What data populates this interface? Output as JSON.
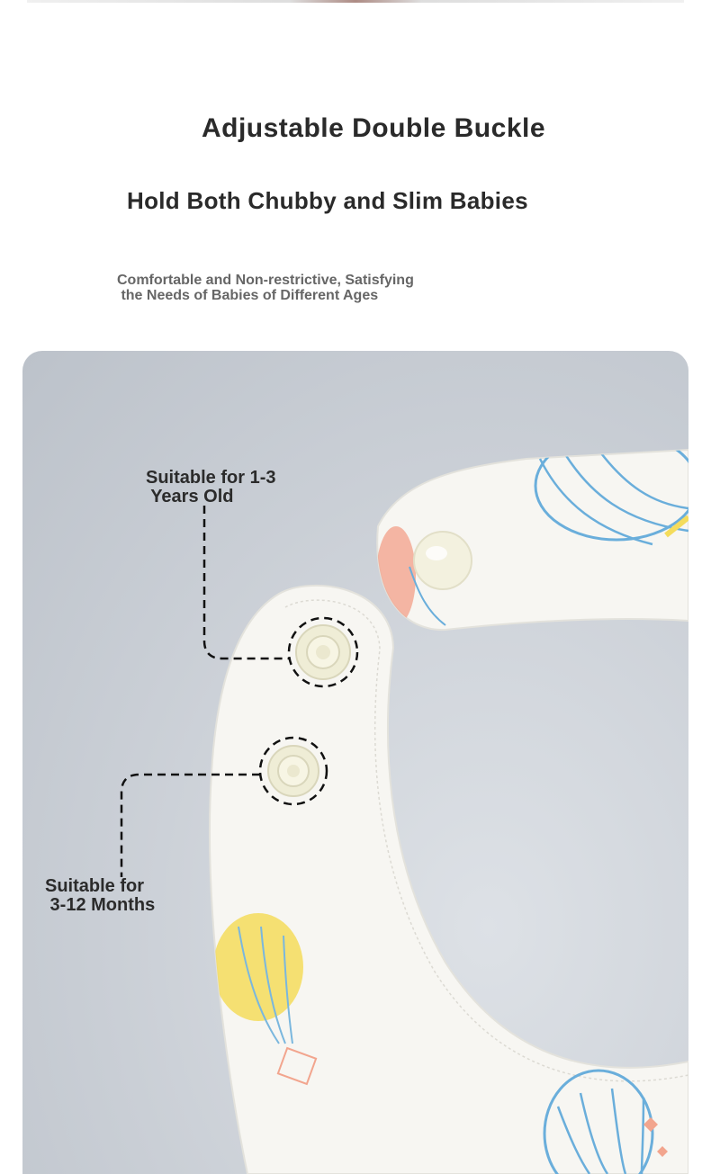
{
  "heading": {
    "title": "Adjustable Double Buckle",
    "subtitle": "Hold Both Chubby and Slim Babies",
    "description": "Comfortable and Non-restrictive, Satisfying\n the Needs of Babies of Different Ages"
  },
  "callouts": {
    "upper": "Suitable for 1-3\n Years Old",
    "lower": "Suitable for\n 3-12 Months"
  },
  "colors": {
    "background": "#c9ced5",
    "bib": "#f7f6f2",
    "text": "#2a2a2a",
    "balloon_blue": "#6aaedb",
    "balloon_yellow": "#f4dc5c",
    "balloon_pink": "#f2a58e"
  }
}
